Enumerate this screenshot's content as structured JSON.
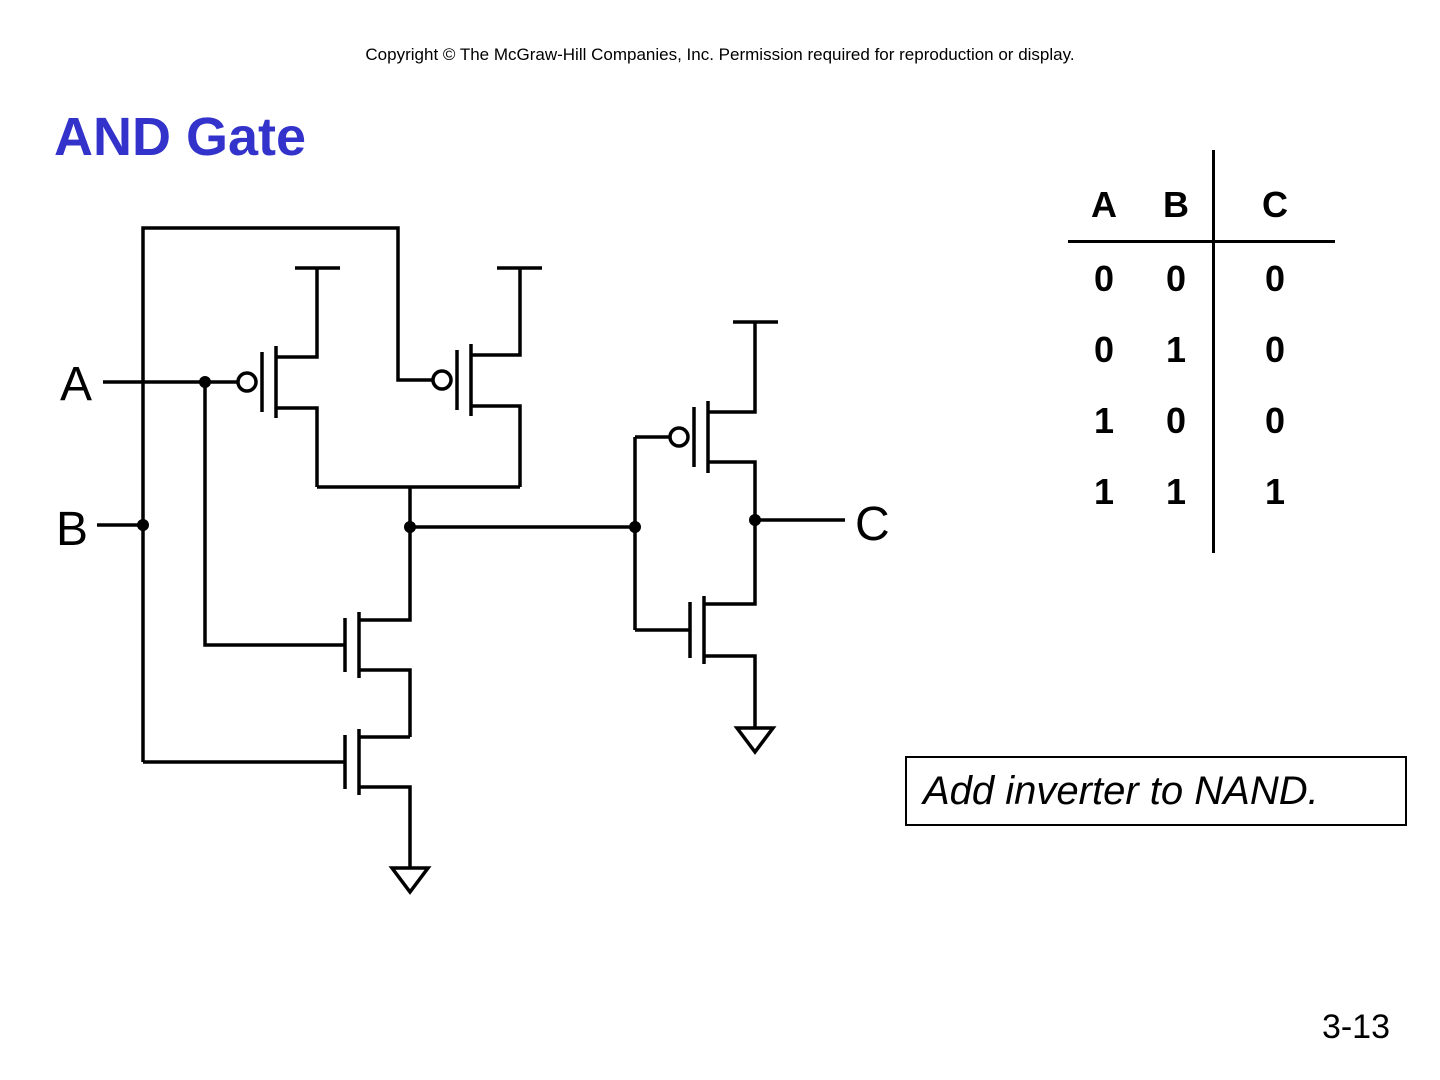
{
  "copyright": "Copyright © The McGraw-Hill Companies, Inc.  Permission required for reproduction or display.",
  "title": "AND Gate",
  "colors": {
    "title_blue": "#3333cc"
  },
  "circuit": {
    "labels": {
      "input_a": "A",
      "input_b": "B",
      "output_c": "C"
    }
  },
  "truth_table": {
    "headers": [
      "A",
      "B",
      "C"
    ],
    "rows": [
      [
        "0",
        "0",
        "0"
      ],
      [
        "0",
        "1",
        "0"
      ],
      [
        "1",
        "0",
        "0"
      ],
      [
        "1",
        "1",
        "1"
      ]
    ]
  },
  "caption": "Add inverter to NAND.",
  "page_number": "3-13"
}
